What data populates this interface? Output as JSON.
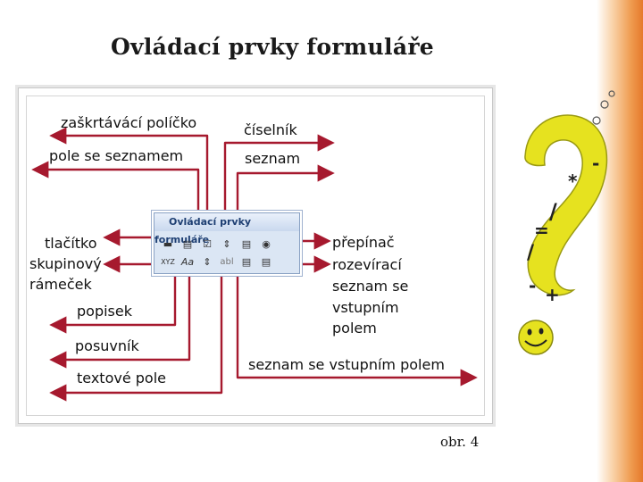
{
  "title": "Ovládací prvky formuláře",
  "caption": "obr. 4",
  "toolbar": {
    "title": "Ovládací prvky formuláře",
    "row1_icons": [
      "label-control-icon",
      "combo-box-control-icon",
      "checkbox-control-icon",
      "spinner-control-icon",
      "list-box-control-icon",
      "option-button-control-icon"
    ],
    "row2_icons": [
      "group-box-control-icon",
      "label-text-control-icon",
      "scrollbar-control-icon",
      "textbox-control-icon",
      "combo-list-edit-control-icon",
      "combo-dropdown-edit-control-icon"
    ],
    "row1_glyphs": [
      "▬",
      "▤",
      "☑",
      "⇕",
      "▤",
      "◉"
    ],
    "row2_glyphs": [
      "XYZ",
      "Aa",
      "⇕",
      "abl",
      "▤",
      "▤"
    ]
  },
  "labels": {
    "checkbox": "zaškrtávácí políčko",
    "combo_box": "pole se seznamem",
    "spinner": "číselník",
    "list_box": "seznam",
    "button": "tlačítko",
    "group_box": "skupinový",
    "group_box_2": "rámeček",
    "label": "popisek",
    "scrollbar": "posuvník",
    "text_field": "textové pole",
    "option_button": "přepínač",
    "dropdown_edit": "rozevírací",
    "dropdown_edit_2": "seznam se",
    "dropdown_edit_3": "vstupním",
    "dropdown_edit_4": "polem",
    "list_edit": "seznam se vstupním polem"
  },
  "decor": {
    "symbols": [
      "-",
      "*",
      "/",
      "=",
      "/",
      "-",
      "+"
    ]
  },
  "colors": {
    "arrow": "#a6192e",
    "question_mark": "#e6e21f",
    "accent_strip": "#e5792c"
  }
}
